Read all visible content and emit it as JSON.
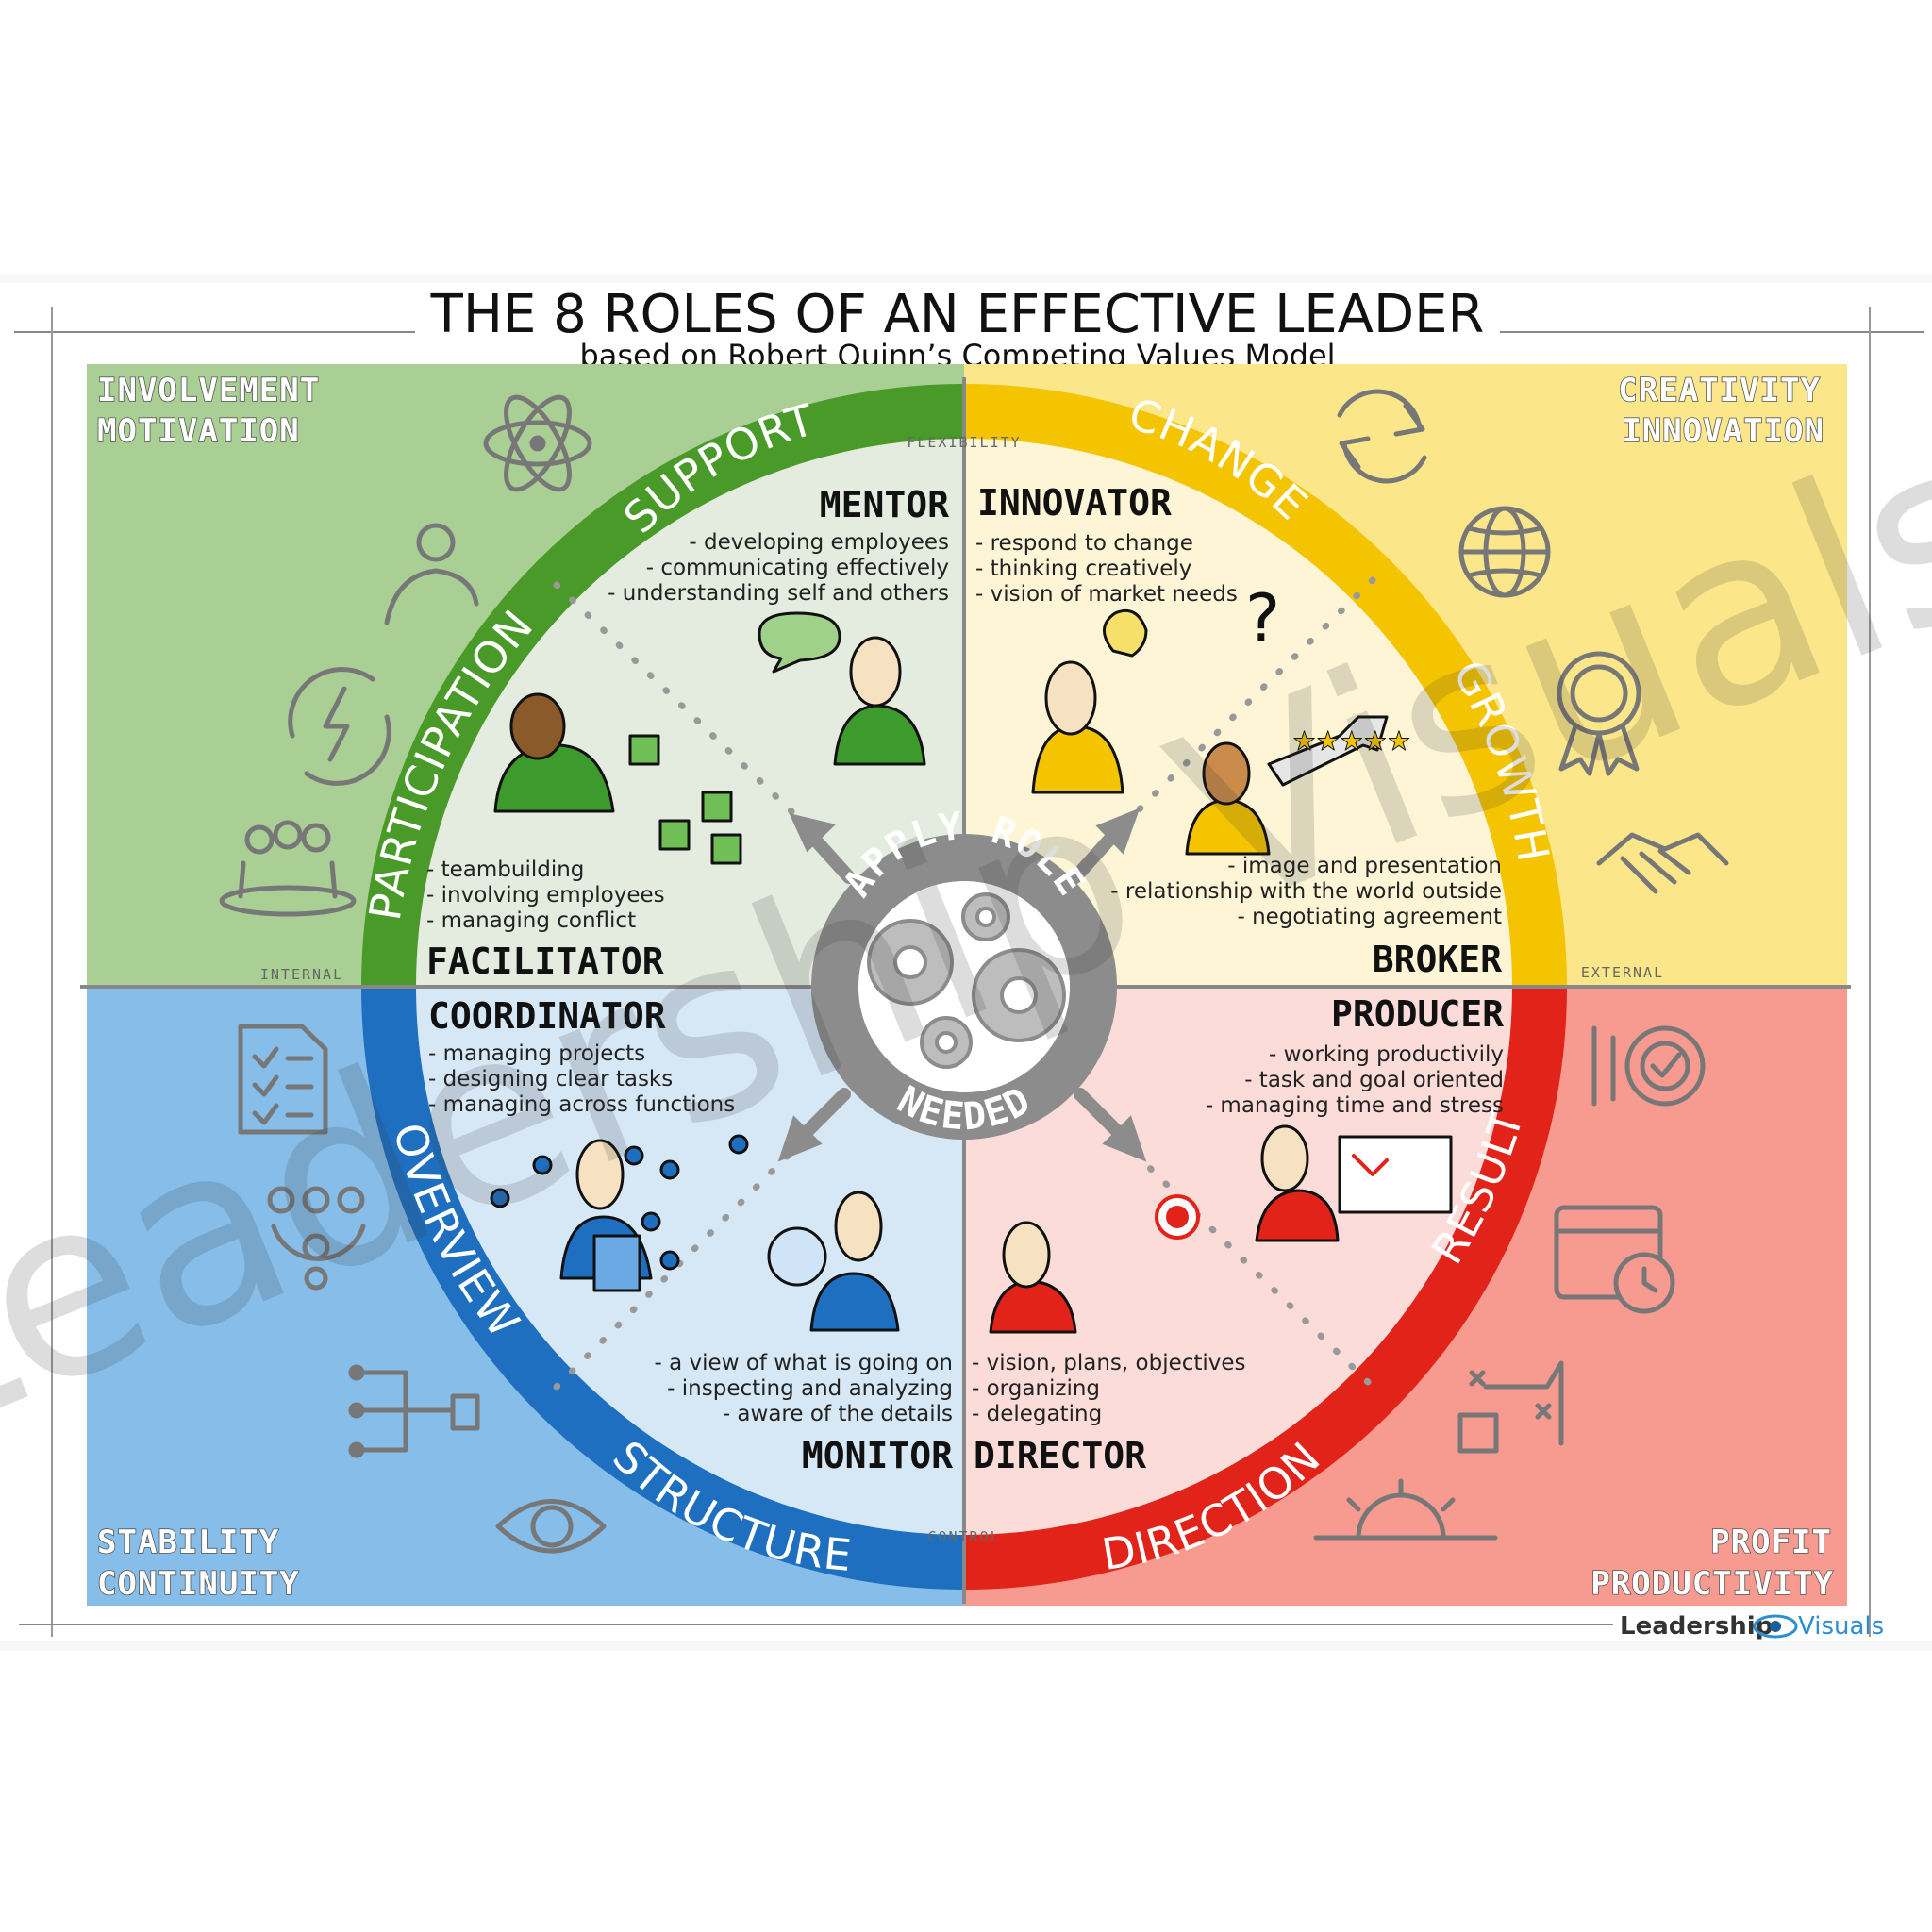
{
  "title": "THE 8 ROLES OF AN EFFECTIVE LEADER",
  "subtitle": "based on Robert Quinn’s Competing Values Model",
  "axes": {
    "top": "FLEXIBILITY",
    "bottom": "CONTROL",
    "left": "INTERNAL",
    "right": "EXTERNAL"
  },
  "quadrant_values": {
    "top_left": [
      "INVOLVEMENT",
      "MOTIVATION"
    ],
    "top_right": [
      "CREATIVITY",
      "INNOVATION"
    ],
    "bottom_left": [
      "STABILITY",
      "CONTINUITY"
    ],
    "bottom_right": [
      "PROFIT",
      "PRODUCTIVITY"
    ]
  },
  "ring_labels": {
    "support": "SUPPORT",
    "participation": "PARTICIPATION",
    "change": "CHANGE",
    "growth": "GROWTH",
    "overview": "OVERVIEW",
    "structure": "STRUCTURE",
    "result": "RESULT",
    "direction": "DIRECTION"
  },
  "center": {
    "top": "APPLY ROLE",
    "bottom": "NEEDED"
  },
  "roles": {
    "mentor": {
      "name": "MENTOR",
      "items": [
        "- developing employees",
        "- communicating effectively",
        "- understanding self and others"
      ]
    },
    "innovator": {
      "name": "INNOVATOR",
      "items": [
        "- respond to change",
        "- thinking creatively",
        "- vision of market needs"
      ]
    },
    "facilitator": {
      "name": "FACILITATOR",
      "items": [
        "- teambuilding",
        "- involving employees",
        "- managing conflict"
      ]
    },
    "broker": {
      "name": "BROKER",
      "items": [
        "- image and presentation",
        "- relationship with the world outside",
        "- negotiating agreement"
      ]
    },
    "coordinator": {
      "name": "COORDINATOR",
      "items": [
        "- managing projects",
        "- designing clear tasks",
        "- managing across functions"
      ]
    },
    "producer": {
      "name": "PRODUCER",
      "items": [
        "- working productivily",
        "- task and goal oriented",
        "- managing time and stress"
      ]
    },
    "monitor": {
      "name": "MONITOR",
      "items": [
        "- a view of what is going on",
        "- inspecting and analyzing",
        "- aware of the details"
      ]
    },
    "director": {
      "name": "DIRECTOR",
      "items": [
        "- vision, plans, objectives",
        "- organizing",
        "- delegating"
      ]
    }
  },
  "brand": {
    "part1": "Leadership",
    "part2": "Visuals"
  },
  "watermark": "Leadership Visuals",
  "colors": {
    "green": "#4a9a2a",
    "green_bg": "#a9cf94",
    "yellow": "#f5c400",
    "yellow_bg": "#fbe68a",
    "blue": "#1f6fc0",
    "blue_bg": "#86bde9",
    "red": "#e2231a",
    "red_bg": "#f79a8f",
    "gray": "#8c8c8c"
  },
  "icons": [
    "atom-icon",
    "idea-person-icon",
    "energy-cycle-icon",
    "team-icon",
    "refresh-icon",
    "globe-icon",
    "award-icon",
    "handshake-icon",
    "checklist-icon",
    "network-people-icon",
    "hierarchy-icon",
    "eye-icon",
    "gear-check-icon",
    "calendar-clock-icon",
    "strategy-icon",
    "sunrise-icon"
  ]
}
